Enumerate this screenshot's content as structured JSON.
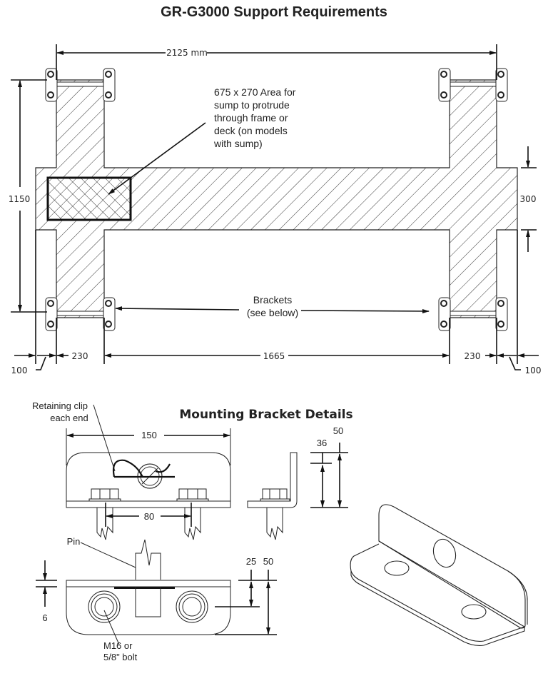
{
  "title": "GR-G3000 Support Requirements",
  "top_view": {
    "overall_width": "2125  mm",
    "overall_height": "1150",
    "cross_member_height": "300",
    "beam_width_left": "230",
    "beam_width_right": "230",
    "inner_span": "1665",
    "offset_left": "100",
    "offset_right": "100",
    "sump_note": [
      "675 x 270 Area for",
      "sump to protrude",
      "through frame or",
      "deck (on models",
      "with sump)"
    ],
    "brackets_note": [
      "Brackets",
      "(see below)"
    ]
  },
  "bracket_details": {
    "title": "Mounting Bracket Details",
    "clip_note": [
      "Retaining clip",
      "each end"
    ],
    "length": "150",
    "bolt_spacing": "80",
    "height_inner": "36",
    "height_outer": "50",
    "pin_label": "Pin",
    "plate_thickness": "6",
    "hole_offset": "25",
    "depth": "50",
    "bolt_note": [
      "M16 or",
      "5/8\" bolt"
    ]
  }
}
